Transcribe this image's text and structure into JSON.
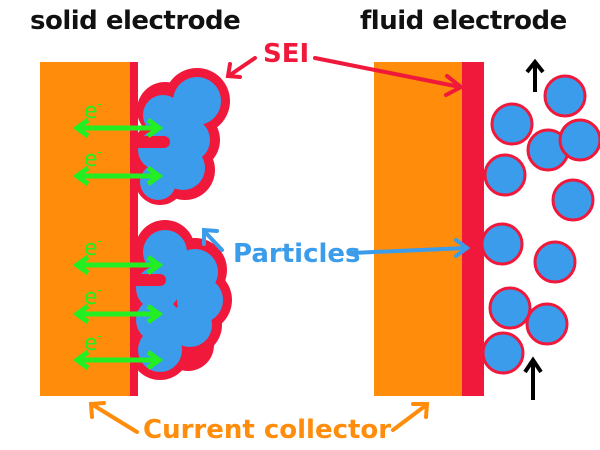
{
  "diagram": {
    "titles": {
      "left": "solid electrode",
      "right": "fluid electrode"
    },
    "labels": {
      "sei": "SEI",
      "particles": "Particles",
      "current_collector": "Current collector",
      "electron": "e",
      "electron_sup": "-"
    },
    "colors": {
      "collector": "#ff8c0a",
      "sei": "#f0193c",
      "particle": "#3a9cea",
      "electron_arrow": "#22ee22",
      "sei_label": "#f0193c",
      "particles_label": "#3a9cea",
      "collector_label": "#ff8c0a",
      "flow_arrow": "#000000"
    },
    "solid_electrode": {
      "electron_transfer_count": 5
    },
    "fluid_electrode": {
      "particle_count": 11,
      "flow_direction": "up"
    }
  }
}
